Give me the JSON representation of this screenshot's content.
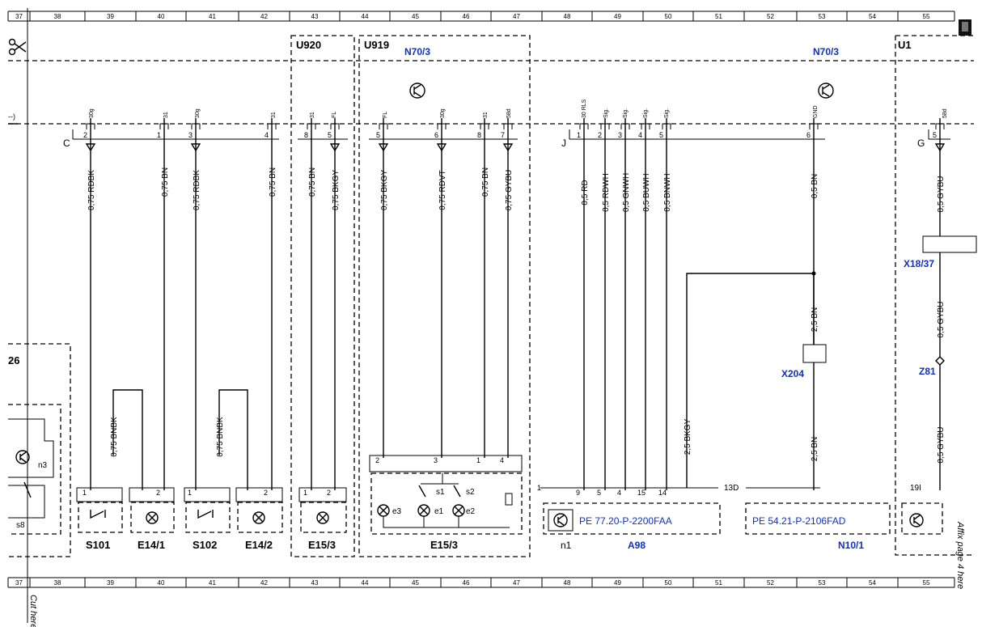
{
  "grid": {
    "columns": [
      "37",
      "38",
      "39",
      "40",
      "41",
      "42",
      "43",
      "44",
      "45",
      "46",
      "47",
      "48",
      "49",
      "50",
      "51",
      "52",
      "53",
      "54",
      "55"
    ]
  },
  "groups": {
    "u920": "U920",
    "u919": "U919",
    "u1": "U1",
    "n70_left": "N70/3",
    "n70_right": "N70/3"
  },
  "connectors": {
    "c": "C",
    "j": "J",
    "g": "G",
    "x18": "X18/37",
    "x204": "X204",
    "z81": "Z81",
    "ref_13d": "13D",
    "ref_19i": "19I"
  },
  "wires": {
    "w1": "0,75 RDBK",
    "w2": "0,75 BN",
    "w3": "0,75 RDBK",
    "w4": "0,75 BN",
    "w5": "0,75 BN",
    "w6": "0,75 BKGY",
    "w7": "0,75 BKGY",
    "w8": "0,75 RDVT",
    "w9": "0,75 BN",
    "w10": "0,75 GYBU",
    "w11": "0,5 RD",
    "w12": "0,5 RDWH",
    "w13": "0,5 GNWH",
    "w14": "0,5 BUWH",
    "w15": "0,5 BNWH",
    "w16": "0,5 BN",
    "w17": "0,5 GYBU",
    "w18": "0,75 BNBK",
    "w19": "0,75 BNBK",
    "w20": "2,5 BKGY",
    "w21": "2,5 BN",
    "w22": "2,5 BN",
    "w23": "0,5 GYBU",
    "w24": "0,5 GYBU"
  },
  "terminals": {
    "t30g": "30g",
    "t31": "31",
    "tfl": "FL",
    "t58d": "58d",
    "t30rls": "30 RLS",
    "tsig": "Sig.",
    "tgnd": "GND"
  },
  "components": {
    "s101": "S101",
    "e14_1": "E14/1",
    "s102": "S102",
    "e14_2": "E14/2",
    "e15_3a": "E15/3",
    "e15_3b": "E15/3",
    "a98": "A98",
    "n10_1": "N10/1",
    "n1": "n1",
    "n3": "n3",
    "s8": "s8",
    "e1": "e1",
    "e2": "e2",
    "e3": "e3",
    "s1": "s1",
    "s2": "s2",
    "frag26": "26"
  },
  "refs": {
    "pe1": "PE 77.20-P-2200FAA",
    "pe2": "PE 54.21-P-2106FAD"
  },
  "margin_notes": {
    "cut_here": "Cut here",
    "affix": "Affix page 4 here"
  },
  "colors": {
    "accent": "#1030c0",
    "line": "#000000"
  },
  "icons": [
    "scissors-icon",
    "transistor-icon",
    "lamp-icon",
    "switch-icon",
    "book-icon"
  ]
}
